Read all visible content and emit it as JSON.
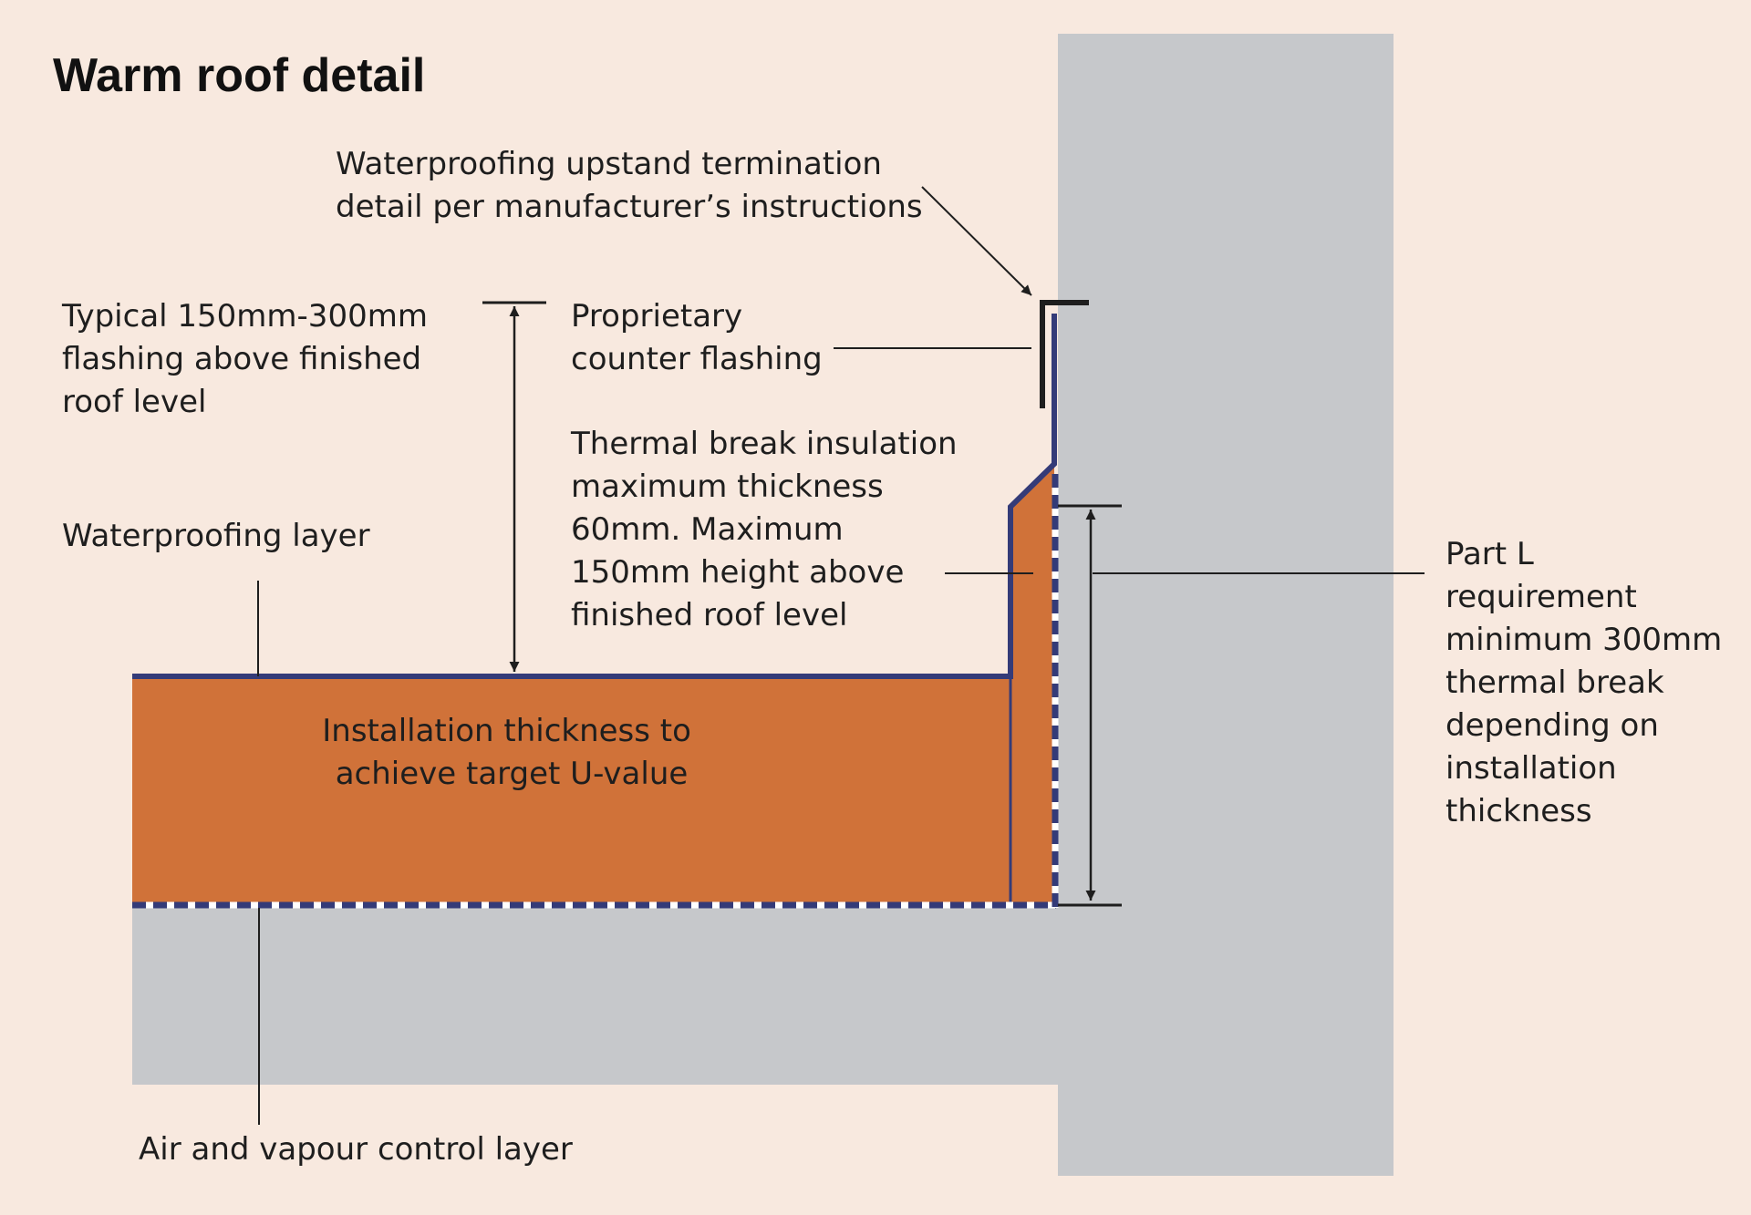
{
  "title": "Warm roof detail",
  "colors": {
    "background": "#f8e9df",
    "concrete": "#c6c8cb",
    "insulation": "#d07239",
    "membrane": "#343b78",
    "ink": "#1e1e1e"
  },
  "labels": {
    "upstand_termination": [
      "Waterproofing upstand termination",
      "detail per manufacturer’s instructions"
    ],
    "typical_flashing": [
      "Typical 150mm-300mm",
      "flashing above finished",
      "roof level"
    ],
    "counter_flashing": [
      "Proprietary",
      "counter flashing"
    ],
    "thermal_break": [
      "Thermal break insulation",
      "maximum thickness",
      "60mm. Maximum",
      "150mm height above",
      "finished roof level"
    ],
    "waterproofing_layer": [
      "Waterproofing layer"
    ],
    "part_l": [
      "Part L",
      "requirement",
      "minimum 300mm",
      "thermal break",
      "depending on",
      "installation",
      "thickness"
    ],
    "installation_thickness": [
      "Installation thickness to",
      "achieve target U-value"
    ],
    "avcl": [
      "Air and vapour control layer"
    ]
  }
}
